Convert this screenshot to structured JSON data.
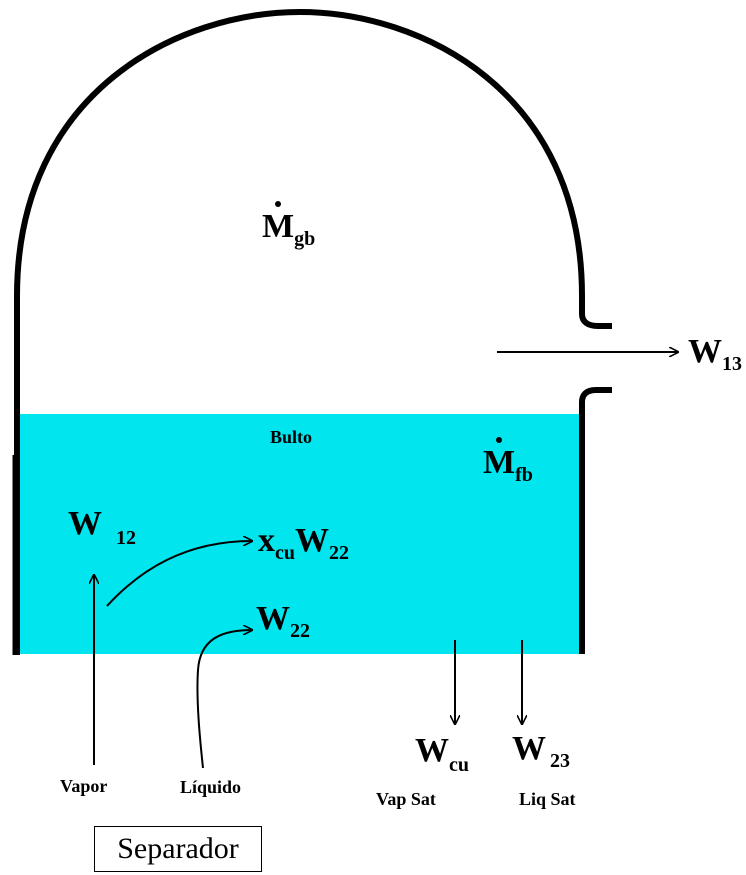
{
  "labels": {
    "m_gb": {
      "main": "M",
      "sub": "gb"
    },
    "m_fb": {
      "main": "M",
      "sub": "fb"
    },
    "w13": {
      "main": "W",
      "sub": "13"
    },
    "w12": {
      "main": "W",
      "sub": "12"
    },
    "xcu_w22": {
      "pre": "x",
      "pre_sub": "cu",
      "main": "W",
      "sub": "22"
    },
    "w22": {
      "main": "W",
      "sub": "22"
    },
    "wcu": {
      "main": "W",
      "sub": "cu"
    },
    "w23": {
      "main": "W",
      "sub": "23"
    },
    "bulto": "Bulto",
    "vapor": "Vapor",
    "liquido": "Líquido",
    "vap_sat": "Vap Sat",
    "liq_sat": "Liq Sat",
    "separador": "Separador"
  },
  "colors": {
    "liquid": "#00e5ee",
    "wall": "#000000",
    "background": "#ffffff"
  }
}
